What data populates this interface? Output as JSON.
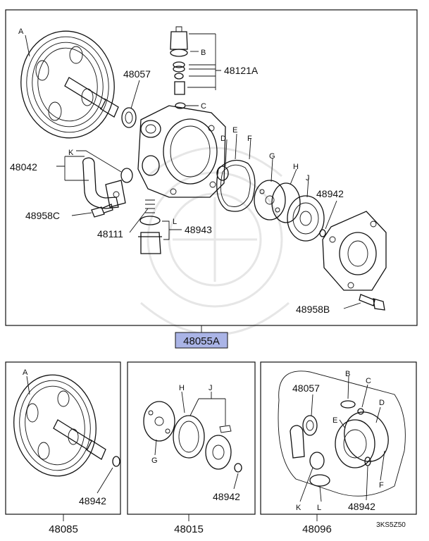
{
  "main_assembly": {
    "part_number": "48055A",
    "highlight_color": "#aab4e6",
    "callouts": {
      "a": "A",
      "b": "B",
      "c": "C",
      "d": "D",
      "e": "E",
      "f": "F",
      "g": "G",
      "h": "H",
      "j": "J",
      "k": "K",
      "l": "L",
      "p48057": "48057",
      "p48121a": "48121A",
      "p48042": "48042",
      "p48958c": "48958C",
      "p48111": "48111",
      "p48943": "48943",
      "p48942": "48942",
      "p48958b": "48958B"
    }
  },
  "sub_assemblies": [
    {
      "part_number": "48085",
      "callouts": {
        "a": "A",
        "p48942": "48942"
      }
    },
    {
      "part_number": "48015",
      "callouts": {
        "h": "H",
        "j": "J",
        "g": "G",
        "p48942": "48942"
      }
    },
    {
      "part_number": "48096",
      "callouts": {
        "b": "B",
        "c": "C",
        "p48057": "48057",
        "d": "D",
        "e": "E",
        "f": "F",
        "k": "K",
        "l": "L",
        "p48942": "48942"
      }
    }
  ],
  "drawing_code": "3KS5Z50"
}
